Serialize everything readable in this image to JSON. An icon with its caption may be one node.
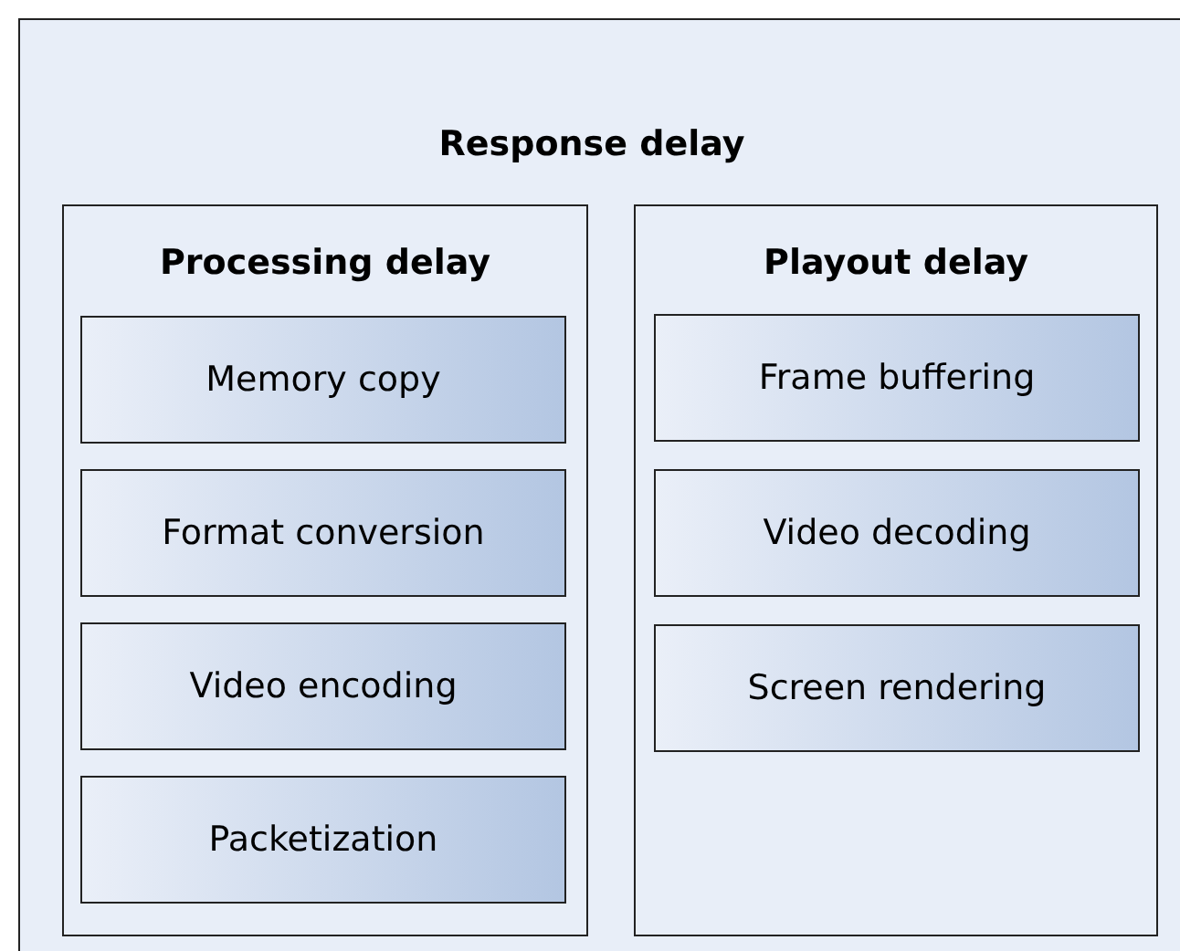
{
  "diagram": {
    "nodes": [
      {
        "text": [
          "Response delay"
        ]
      },
      {
        "text": [
          "Processing delay"
        ],
        "in": 0
      },
      {
        "text": [
          "Memory copy"
        ],
        "in": 1
      },
      {
        "text": [
          "Format conversion"
        ],
        "in": 1
      },
      {
        "text": [
          "Video encoding"
        ],
        "in": 1
      },
      {
        "text": [
          "Packetization"
        ],
        "in": 1
      },
      {
        "text": [
          "Playout delay"
        ],
        "in": 0
      },
      {
        "text": [
          "Frame buffering"
        ],
        "in": 6
      },
      {
        "text": [
          "Video decoding"
        ],
        "in": 6
      },
      {
        "text": [
          "Screen rendering"
        ],
        "in": 6
      }
    ]
  }
}
